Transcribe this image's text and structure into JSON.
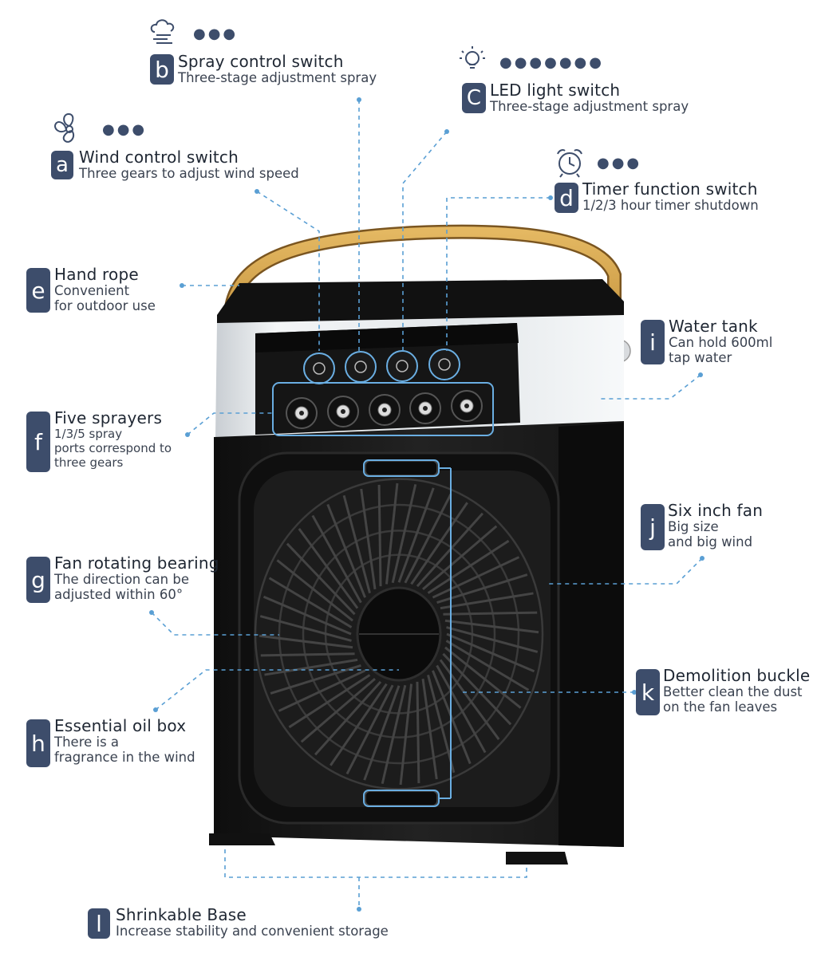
{
  "callouts": {
    "a": {
      "letter": "a",
      "title": "Wind control switch",
      "desc": [
        "Three gears to adjust wind speed"
      ],
      "icon": "fan-icon",
      "dots": "●●●"
    },
    "b": {
      "letter": "b",
      "title": "Spray control switch",
      "desc": [
        "Three-stage adjustment spray"
      ],
      "icon": "spray-cloud-icon",
      "dots": "●●●"
    },
    "c": {
      "letter": "C",
      "title": "LED light switch",
      "desc": [
        "Three-stage adjustment spray"
      ],
      "icon": "light-bulb-icon",
      "dots": "●●●●●●●"
    },
    "d": {
      "letter": "d",
      "title": "Timer function switch",
      "desc": [
        "1/2/3 hour timer shutdown"
      ],
      "icon": "alarm-clock-icon",
      "dots": "●●●"
    },
    "e": {
      "letter": "e",
      "title": "Hand rope",
      "desc": [
        "Convenient",
        "for outdoor use"
      ]
    },
    "f": {
      "letter": "f",
      "title": "Five sprayers",
      "desc": [
        "1/3/5 spray",
        "ports correspond to",
        "three gears"
      ]
    },
    "g": {
      "letter": "g",
      "title": "Fan rotating bearing",
      "desc": [
        "The direction can be",
        "adjusted within 60°"
      ]
    },
    "h": {
      "letter": "h",
      "title": "Essential oil box",
      "desc": [
        "There is a",
        "fragrance in the wind"
      ]
    },
    "i": {
      "letter": "i",
      "title": "Water tank",
      "desc": [
        "Can hold 600ml",
        "tap water"
      ]
    },
    "j": {
      "letter": "j",
      "title": "Six inch fan",
      "desc": [
        "Big size",
        "and big wind"
      ]
    },
    "k": {
      "letter": "k",
      "title": "Demolition buckle",
      "desc": [
        "Better clean the dust",
        "on the fan leaves"
      ]
    },
    "l": {
      "letter": "l",
      "title": "Shrinkable Base",
      "desc": [
        "Increase stability and convenient storage"
      ]
    }
  },
  "colors": {
    "badge": "#3d4d6b",
    "leader": "#5a9fd4",
    "device_body": "#1a1a1a",
    "handle": "#d4a04a",
    "tank": "#dfe3e6"
  }
}
